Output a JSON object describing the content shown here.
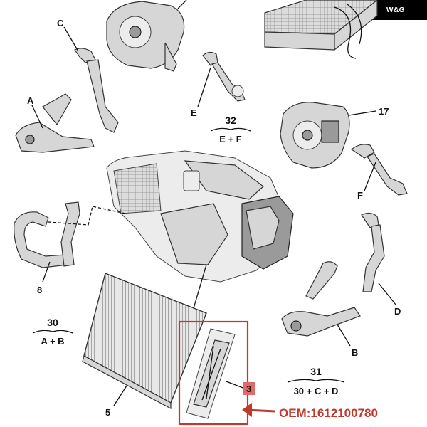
{
  "brand": {
    "logo_text": "W&G"
  },
  "callouts": {
    "a": "A",
    "b": "B",
    "c": "C",
    "d": "D",
    "e": "E",
    "f": "F",
    "p3": "3",
    "p5": "5",
    "p8": "8",
    "p17": "17"
  },
  "groups": {
    "g32_num": "32",
    "g32_sum": "E + F",
    "g30_num": "30",
    "g30_sum": "A + B",
    "g31_num": "31",
    "g31_sum": "30 + C + D"
  },
  "oem_label": "OEM:1612100780",
  "colors": {
    "highlight": "#c0392b",
    "badge": "#e06b6b"
  }
}
